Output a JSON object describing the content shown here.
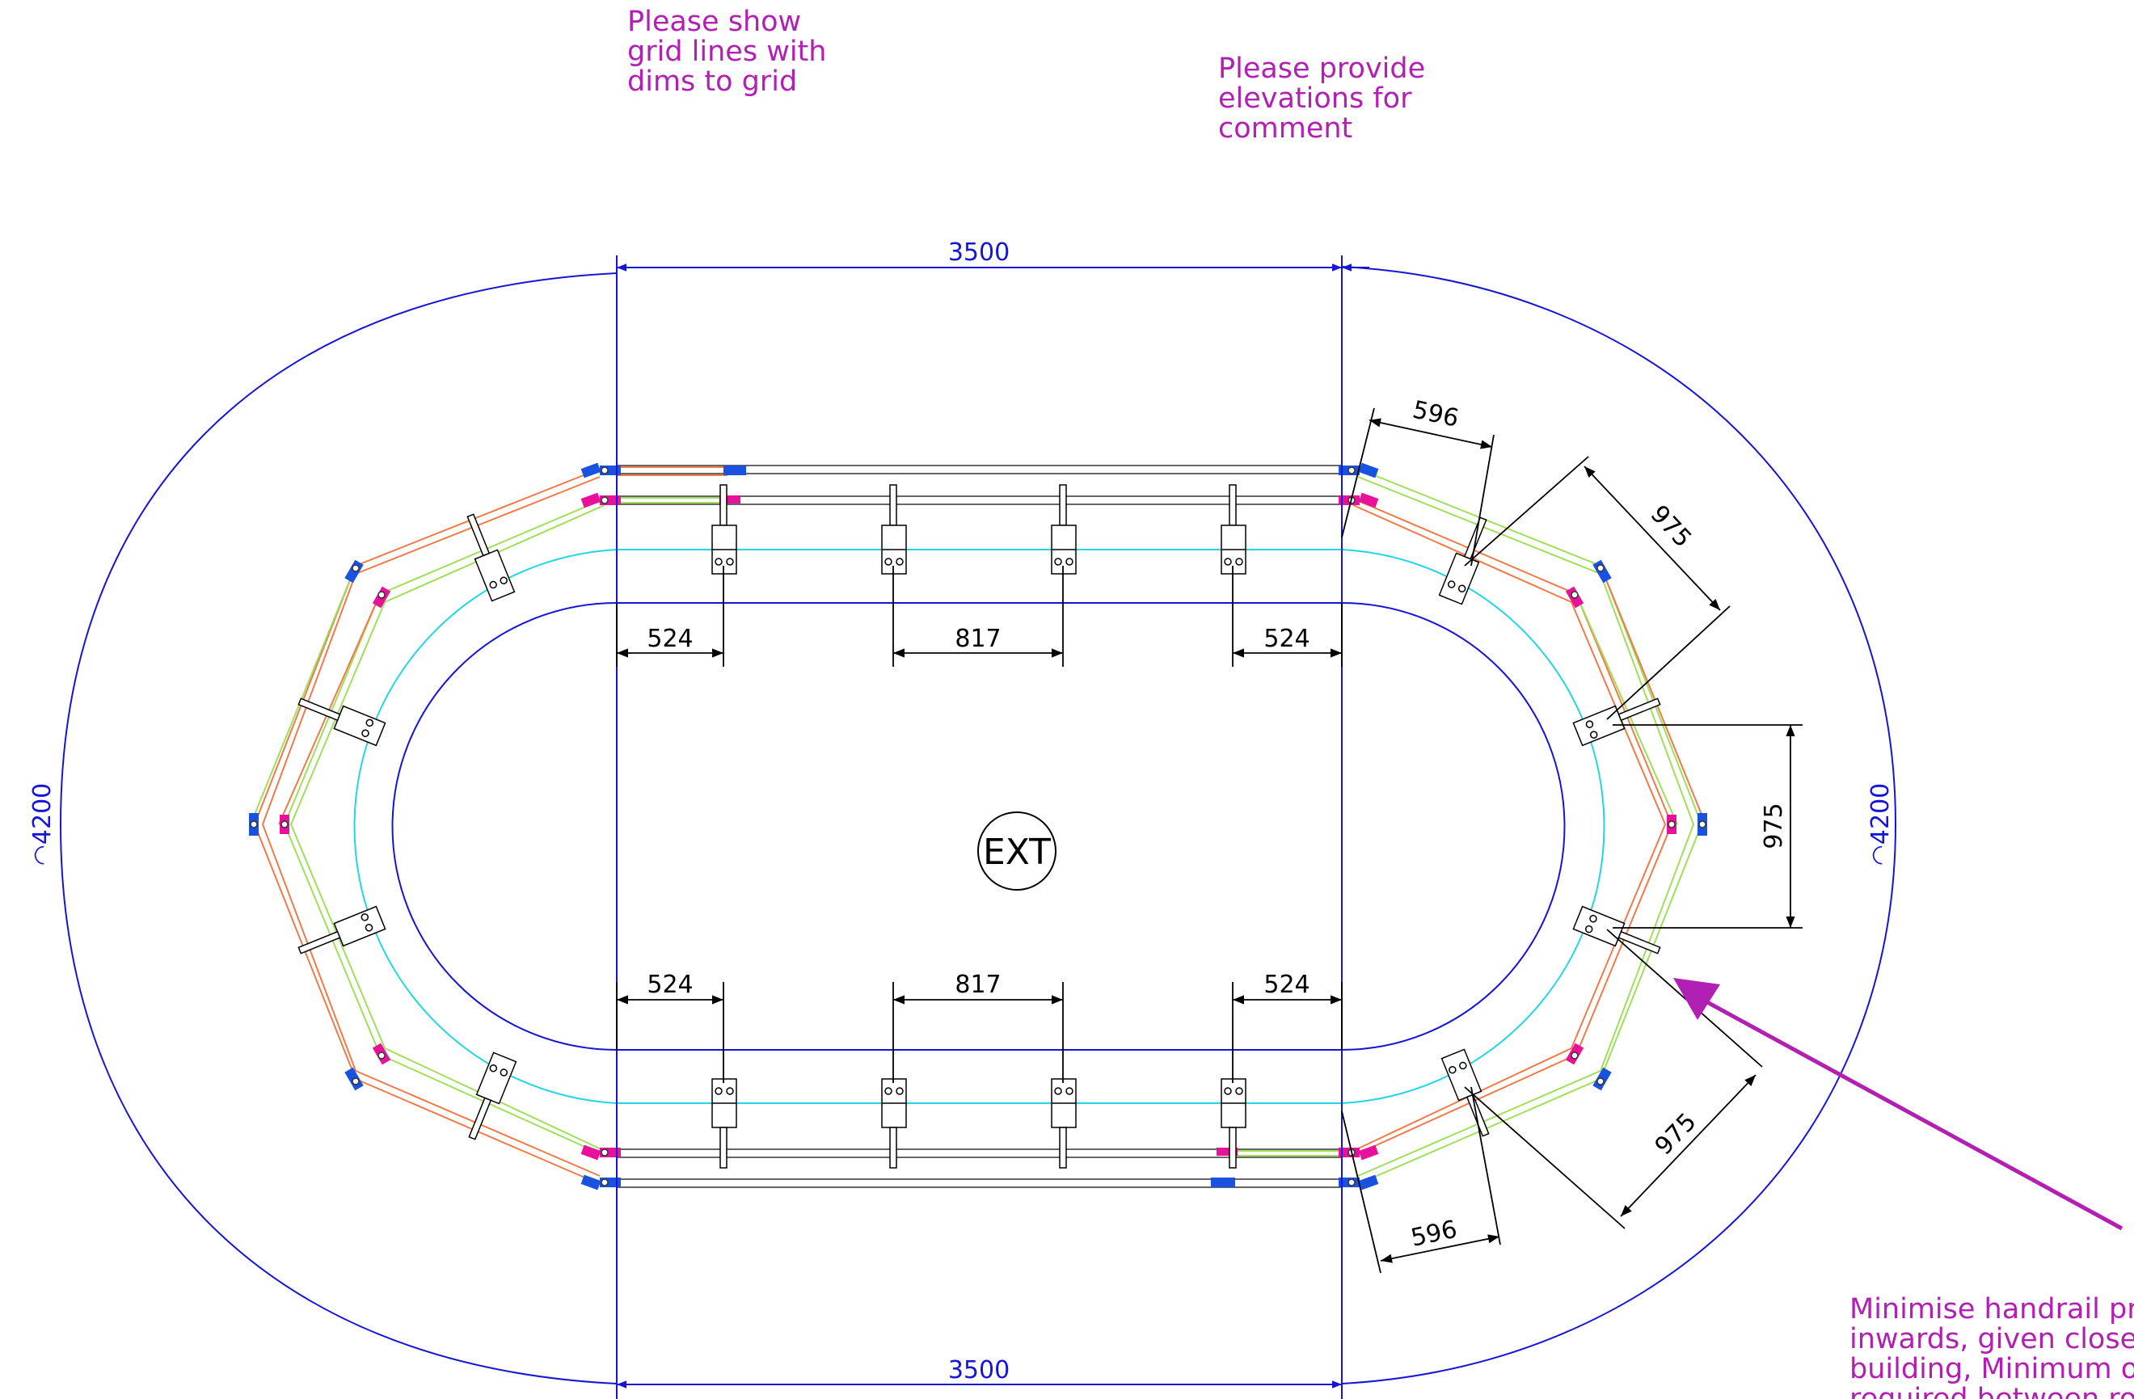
{
  "annotations": {
    "grid_note": [
      "Please show",
      "grid lines with",
      "dims to grid"
    ],
    "elevation_note": [
      "Please provide",
      "elevations for",
      "comment"
    ],
    "handrail_note": [
      "Minimise handrail pro",
      "inwards, given close p",
      "building, Minimum of",
      "required between ro"
    ]
  },
  "dimensions": {
    "top_span": "3500",
    "bottom_span": "3500",
    "left_radius": "◠4200",
    "right_radius": "◠4200",
    "top_left_offset": "524",
    "top_mid_spacing": "817",
    "top_right_offset": "524",
    "bottom_left_offset": "524",
    "bottom_mid_spacing": "817",
    "bottom_right_offset": "524",
    "upper_diag": "596",
    "lower_diag": "596",
    "upper_bay": "975",
    "mid_bay": "975",
    "lower_bay": "975"
  },
  "label": {
    "center": "EXT"
  },
  "colors": {
    "dim_blue": "#1515d8",
    "cyan_track": "#22d6e6",
    "rail_orange": "#f07a4a",
    "rail_green": "#9fdf5a",
    "joint_magenta": "#e8129a",
    "joint_blue": "#1a52e0",
    "note_purple": "#b21fb3"
  }
}
